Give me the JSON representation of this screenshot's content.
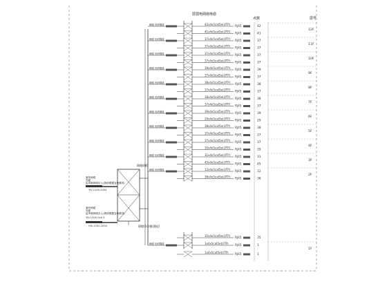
{
  "header": {
    "title": "层弱电网络电缆",
    "col_count": "点数",
    "col_floor": "层号"
  },
  "rows": [
    {
      "type": "42x4x5cat5e(UTP)",
      "socket": "RJ45",
      "count": "42",
      "floor": "12F"
    },
    {
      "type": "41x4x5cat5e(UTP)",
      "socket": "RJ45",
      "count": "41",
      "floor": ""
    },
    {
      "type": "37x4x5cat5e(UTP)",
      "socket": "RJ45",
      "count": "37",
      "floor": "11F"
    },
    {
      "type": "37x4x5cat5e(UTP)",
      "socket": "RJ45",
      "count": "37",
      "floor": ""
    },
    {
      "type": "37x4x5cat5e(UTP)",
      "socket": "RJ45",
      "count": "37",
      "floor": "10F"
    },
    {
      "type": "37x4x5cat5e(UTP)",
      "socket": "RJ45",
      "count": "37",
      "floor": ""
    },
    {
      "type": "39x4x5cat5e(UTP)",
      "socket": "RJ45",
      "count": "39",
      "floor": "9F"
    },
    {
      "type": "37x4x5cat5e(UTP)",
      "socket": "RJ45",
      "count": "37",
      "floor": ""
    },
    {
      "type": "38x4x5cat5e(UTP)",
      "socket": "RJ45",
      "count": "38",
      "floor": "8F"
    },
    {
      "type": "37x4x5cat5e(UTP)",
      "socket": "RJ45",
      "count": "37",
      "floor": ""
    },
    {
      "type": "38x4x5cat5e(UTP)",
      "socket": "RJ45",
      "count": "38",
      "floor": "7F"
    },
    {
      "type": "37x4x5cat5e(UTP)",
      "socket": "RJ45",
      "count": "37",
      "floor": ""
    },
    {
      "type": "39x4x5cat5e(UTP)",
      "socket": "RJ45",
      "count": "39",
      "floor": "6F"
    },
    {
      "type": "29x4x5cat5e(UTP)",
      "socket": "RJ45",
      "count": "29",
      "floor": ""
    },
    {
      "type": "38x4x5cat5e(UTP)",
      "socket": "RJ45",
      "count": "38",
      "floor": "5F"
    },
    {
      "type": "37x4x5cat5e(UTP)",
      "socket": "RJ45",
      "count": "37",
      "floor": ""
    },
    {
      "type": "37x4x5cat5e(UTP)",
      "socket": "RJ45",
      "count": "37",
      "floor": "4F"
    },
    {
      "type": "35x4x5cat5e(UTP)",
      "socket": "RJ45",
      "count": "35",
      "floor": ""
    },
    {
      "type": "31x4x5cat5e(UTP)",
      "socket": "RJ45",
      "count": "31",
      "floor": "3F"
    },
    {
      "type": "45x4x5cat5e(UTP)",
      "socket": "RJ45",
      "count": "45",
      "floor": ""
    },
    {
      "type": "12x4x5cat5e(UTP)",
      "socket": "RJ45",
      "count": "12",
      "floor": "2F"
    },
    {
      "type": "36x4x5cat5e(UTP)",
      "socket": "RJ45",
      "count": "36",
      "floor": ""
    },
    {
      "type": "35x4x5cat5e(UTP)",
      "socket": "RJ45",
      "count": "35",
      "floor": ""
    },
    {
      "type": "1x4x5cat5e(UTP)",
      "socket": "RJ45",
      "count": "1",
      "floor": "1F"
    },
    {
      "type": "1x4x5cat5e(UTP)",
      "socket": "RJ45",
      "count": "1",
      "floor": ""
    }
  ],
  "cabinet": {
    "label": "网络机柜",
    "bottom_label": "铜缆(10)根(建议)"
  },
  "input_upper": {
    "line1": "室外网络",
    "line2": "光缆",
    "line3": "由市政网络引入(具体根据当地情况)",
    "line4": "YJV-1200-2004"
  },
  "input_lower": {
    "line1": "室外网络",
    "line2": "光缆",
    "line3": "由市政网络引入(具体根据当地情况)",
    "line4": "YJV-1200-2x0.5",
    "line5": "HJV-1200-2004"
  },
  "branch_label": "网络 光纤跳线"
}
